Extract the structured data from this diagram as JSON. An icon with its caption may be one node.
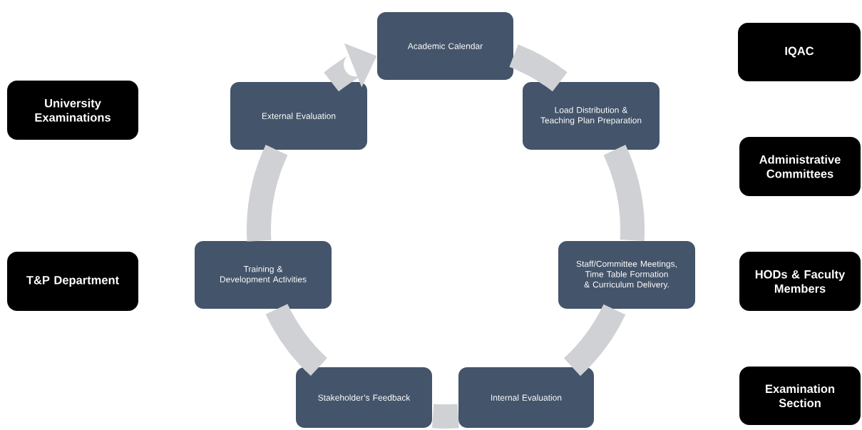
{
  "diagram": {
    "nodes": [
      {
        "text": [
          "Academic Calendar"
        ]
      },
      {
        "text": [
          "Load Distribution & Teaching Plan Preparation"
        ]
      },
      {
        "text": [
          "Staff/Committee Meetings, Time Table Formation & Curriculum Delivery."
        ]
      },
      {
        "text": [
          "Internal Evaluation"
        ]
      },
      {
        "text": [
          "Stakeholder’s Feedback"
        ]
      },
      {
        "text": [
          "Training & Development Activities"
        ]
      },
      {
        "text": [
          "External Evaluation"
        ]
      },
      {
        "text": [
          "University Examinations"
        ]
      },
      {
        "text": [
          "T&P Department"
        ]
      },
      {
        "text": [
          "IQAC"
        ]
      },
      {
        "text": [
          "Administrative Committees"
        ]
      },
      {
        "text": [
          "HODs & Faculty Members"
        ]
      },
      {
        "text": [
          "Examination Section"
        ]
      }
    ],
    "edges": [
      {
        "from": 0,
        "to": 1,
        "arrow": "none"
      },
      {
        "from": 1,
        "to": 2,
        "arrow": "none"
      },
      {
        "from": 2,
        "to": 3,
        "arrow": "none"
      },
      {
        "from": 3,
        "to": 4,
        "arrow": "none"
      },
      {
        "from": 4,
        "to": 5,
        "arrow": "none"
      },
      {
        "from": 5,
        "to": 6,
        "arrow": "none"
      },
      {
        "from": 6,
        "to": 0,
        "arrow": "to"
      }
    ]
  }
}
